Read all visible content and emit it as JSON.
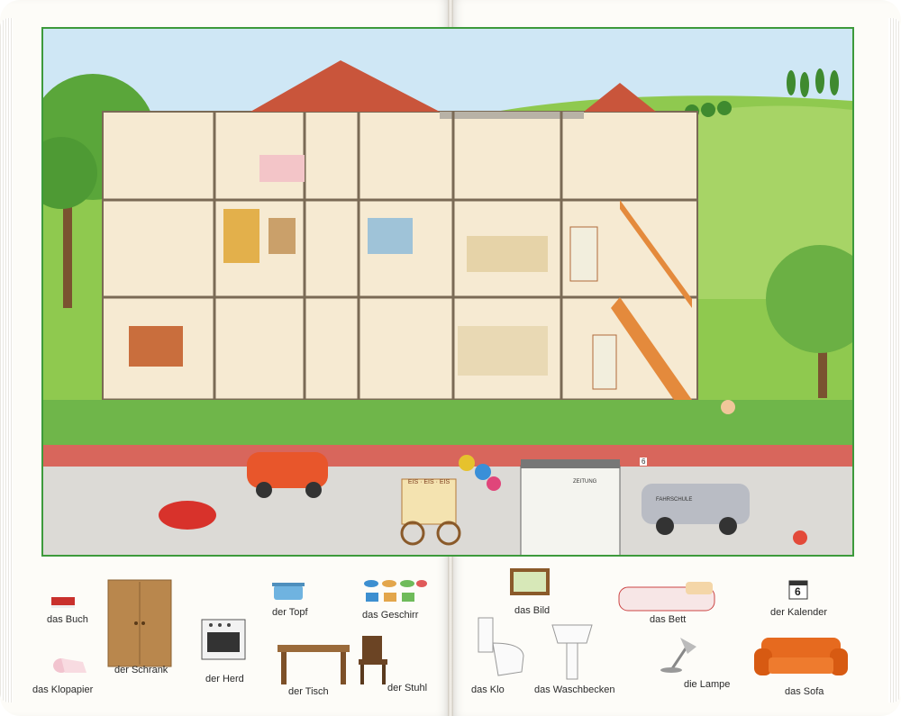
{
  "vocabulary_left": [
    {
      "key": "buch",
      "word": "das Buch",
      "icon": "book-icon"
    },
    {
      "key": "klopapier",
      "word": "das Klopapier",
      "icon": "toilet-paper-icon"
    },
    {
      "key": "schrank",
      "word": "der Schrank",
      "icon": "wardrobe-icon"
    },
    {
      "key": "herd",
      "word": "der Herd",
      "icon": "stove-icon"
    },
    {
      "key": "topf",
      "word": "der Topf",
      "icon": "pot-icon"
    },
    {
      "key": "tisch",
      "word": "der Tisch",
      "icon": "table-icon"
    },
    {
      "key": "geschirr",
      "word": "das Geschirr",
      "icon": "dishes-icon"
    },
    {
      "key": "stuhl",
      "word": "der Stuhl",
      "icon": "chair-icon"
    }
  ],
  "vocabulary_right": [
    {
      "key": "bild",
      "word": "das Bild",
      "icon": "picture-icon"
    },
    {
      "key": "klo",
      "word": "das Klo",
      "icon": "toilet-icon"
    },
    {
      "key": "waschbecken",
      "word": "das Waschbecken",
      "icon": "washbasin-icon"
    },
    {
      "key": "bett",
      "word": "das Bett",
      "icon": "bed-icon"
    },
    {
      "key": "lampe",
      "word": "die Lampe",
      "icon": "lamp-icon"
    },
    {
      "key": "kalender",
      "word": "der Kalender",
      "icon": "calendar-icon"
    },
    {
      "key": "sofa",
      "word": "das Sofa",
      "icon": "sofa-icon"
    }
  ],
  "scene_signs": {
    "ice_cart": "EIS · EIS · EIS",
    "kiosk_poster": "ZEITUNG",
    "car_sign": "FAHRSCHULE",
    "calendar_sign_number": "6",
    "calendar_day": "6"
  },
  "colors": {
    "frame_border": "#3d9a3c",
    "grass": "#8fc94f",
    "sky": "#cfe7f5",
    "roof": "#c9553b",
    "sidewalk": "#dcdad6",
    "wall": "#d8665c"
  }
}
